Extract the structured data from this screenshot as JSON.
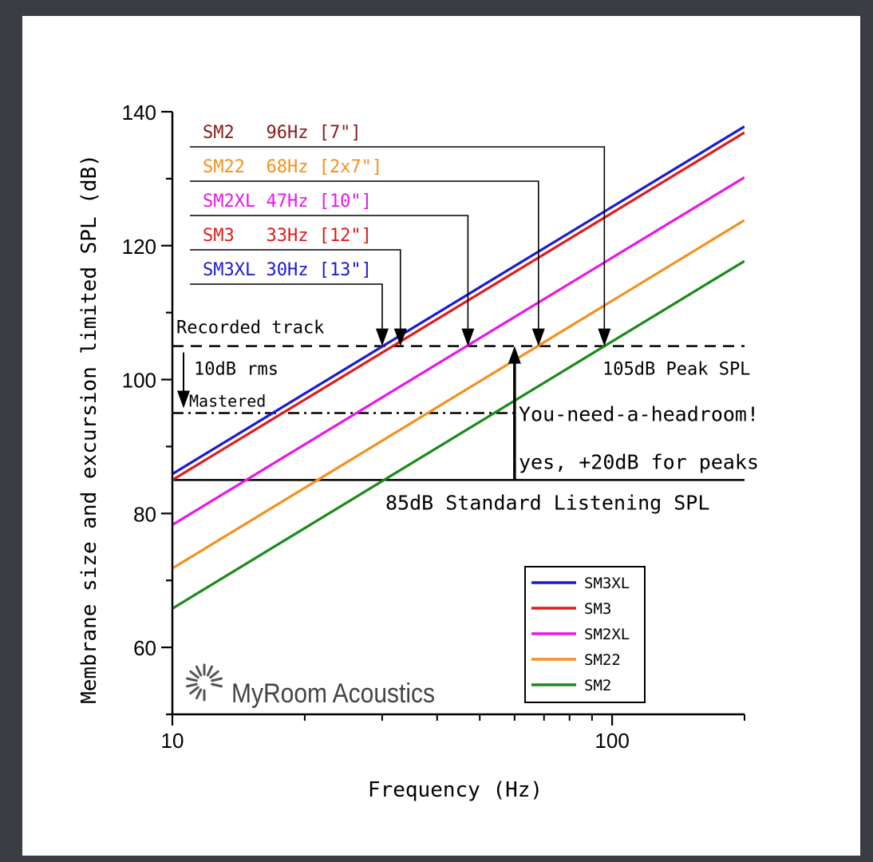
{
  "chart_data": {
    "type": "line",
    "x_scale": "log",
    "xlim": [
      10,
      200
    ],
    "ylim": [
      50,
      140
    ],
    "x_ticks": [
      10,
      100
    ],
    "x_tick_labels": [
      "10",
      "100"
    ],
    "y_ticks": [
      60,
      80,
      100,
      120,
      140
    ],
    "y_tick_labels": [
      "60",
      "80",
      "100",
      "120",
      "140"
    ],
    "xlabel": "Frequency (Hz)",
    "ylabel": "Membrane size and excursion limited SPL (dB)",
    "grid": false,
    "legend_position": "bottom-right",
    "series": [
      {
        "name": "SM3XL",
        "color": "#1a1ad6",
        "x": [
          10,
          200
        ],
        "y": [
          85.9,
          137.8
        ]
      },
      {
        "name": "SM3",
        "color": "#e01b1b",
        "x": [
          10,
          200
        ],
        "y": [
          85.0,
          136.9
        ]
      },
      {
        "name": "SM2XL",
        "color": "#ea16ea",
        "x": [
          10,
          200
        ],
        "y": [
          78.3,
          130.2
        ]
      },
      {
        "name": "SM22",
        "color": "#f5901e",
        "x": [
          10,
          200
        ],
        "y": [
          71.8,
          123.8
        ]
      },
      {
        "name": "SM2",
        "color": "#1a8a1a",
        "x": [
          10,
          200
        ],
        "y": [
          65.8,
          117.7
        ]
      }
    ],
    "reference_lines": [
      {
        "y": 105,
        "style": "dashed",
        "from_x": 10,
        "to_x": 200
      },
      {
        "y": 95,
        "style": "dashdot",
        "from_x": 10,
        "to_x": 60
      },
      {
        "y": 85,
        "style": "solid",
        "from_x": 10,
        "to_x": 200
      }
    ],
    "cutoff_labels": [
      {
        "text": "SM2   96Hz [7\"]",
        "color": "#8b1a1a",
        "freq": 96
      },
      {
        "text": "SM22  68Hz [2x7\"]",
        "color": "#f5901e",
        "freq": 68
      },
      {
        "text": "SM2XL 47Hz [10\"]",
        "color": "#ea16ea",
        "freq": 47
      },
      {
        "text": "SM3   33Hz [12\"]",
        "color": "#e01b1b",
        "freq": 33
      },
      {
        "text": "SM3XL 30Hz [13\"]",
        "color": "#1a1ad6",
        "freq": 30
      }
    ],
    "annotations": {
      "recorded": "Recorded track",
      "rms": "10dB rms",
      "mastered": "Mastered",
      "peak": "105dB Peak SPL",
      "headroom": "You-need-a-headroom!",
      "peaks": "yes, +20dB for peaks",
      "standard": "85dB Standard Listening SPL"
    },
    "headroom_arrow": {
      "x": 60,
      "from_y": 85,
      "to_y": 105
    }
  },
  "logo": {
    "text": "MyRoom Acoustics",
    "icon": "sunburst-icon"
  }
}
